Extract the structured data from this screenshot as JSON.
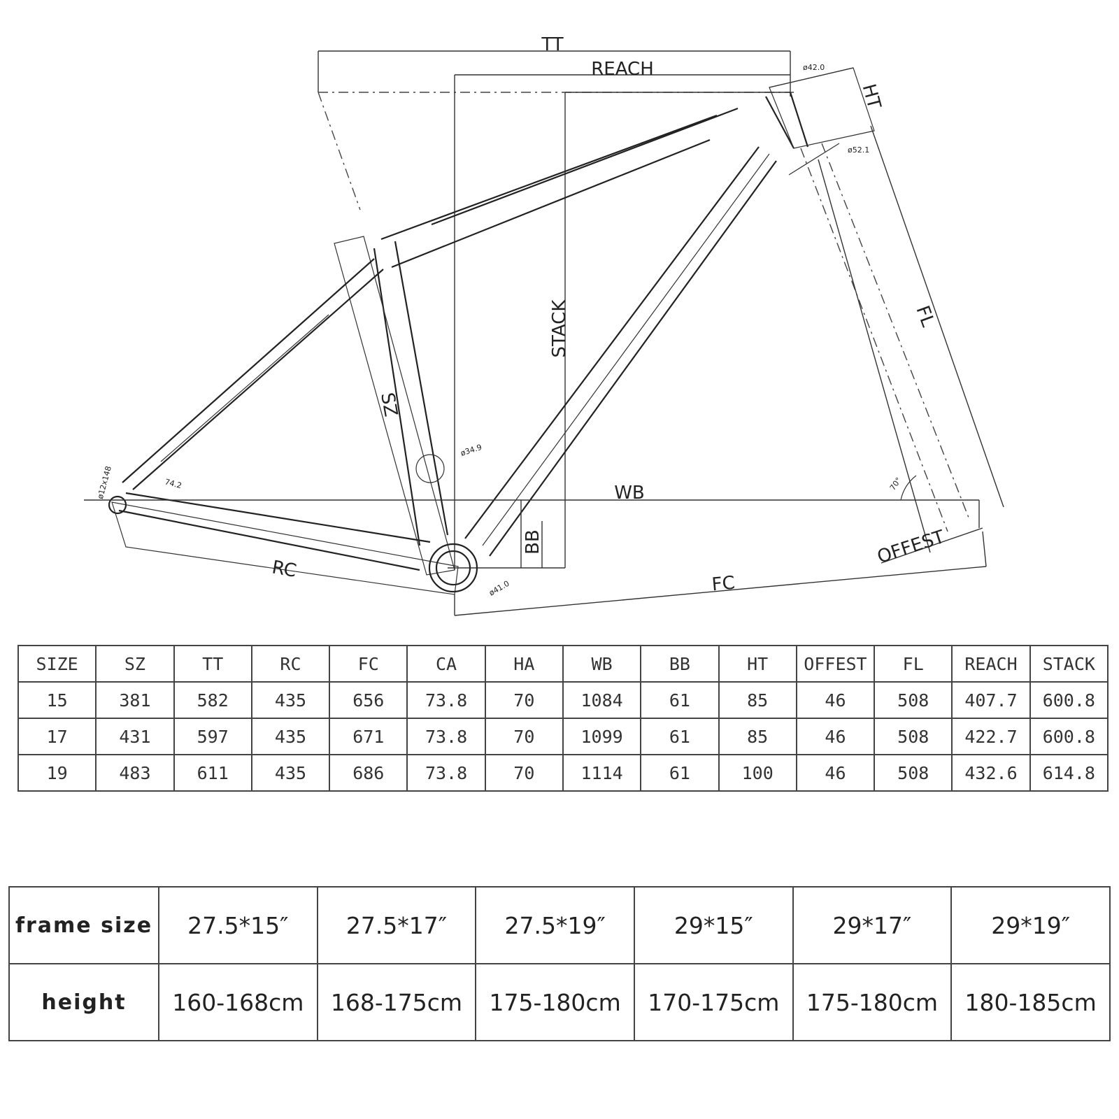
{
  "diagram": {
    "labels": {
      "tt": "TT",
      "reach": "REACH",
      "ht": "HT",
      "stack": "STACK",
      "fl": "FL",
      "sz": "SZ",
      "wb": "WB",
      "bb": "BB",
      "rc": "RC",
      "fc": "FC",
      "offset": "OFFEST"
    },
    "annotations": {
      "head_top": "ø42.0",
      "head_bottom": "ø52.1",
      "seat_tube": "ø34.9",
      "bottom_bracket": "ø41.0",
      "dropout": "ø12x148",
      "angle": "70°",
      "brake": "74.2"
    }
  },
  "geometry_table": {
    "headers": [
      "SIZE",
      "SZ",
      "TT",
      "RC",
      "FC",
      "CA",
      "HA",
      "WB",
      "BB",
      "HT",
      "OFFEST",
      "FL",
      "REACH",
      "STACK"
    ],
    "rows": [
      [
        "15",
        "381",
        "582",
        "435",
        "656",
        "73.8",
        "70",
        "1084",
        "61",
        "85",
        "46",
        "508",
        "407.7",
        "600.8"
      ],
      [
        "17",
        "431",
        "597",
        "435",
        "671",
        "73.8",
        "70",
        "1099",
        "61",
        "85",
        "46",
        "508",
        "422.7",
        "600.8"
      ],
      [
        "19",
        "483",
        "611",
        "435",
        "686",
        "73.8",
        "70",
        "1114",
        "61",
        "100",
        "46",
        "508",
        "432.6",
        "614.8"
      ]
    ]
  },
  "size_table": {
    "frame_label": "frame size",
    "height_label": "height",
    "frame_sizes": [
      "27.5*15″",
      "27.5*17″",
      "27.5*19″",
      "29*15″",
      "29*17″",
      "29*19″"
    ],
    "heights": [
      "160-168cm",
      "168-175cm",
      "175-180cm",
      "170-175cm",
      "175-180cm",
      "180-185cm"
    ]
  }
}
